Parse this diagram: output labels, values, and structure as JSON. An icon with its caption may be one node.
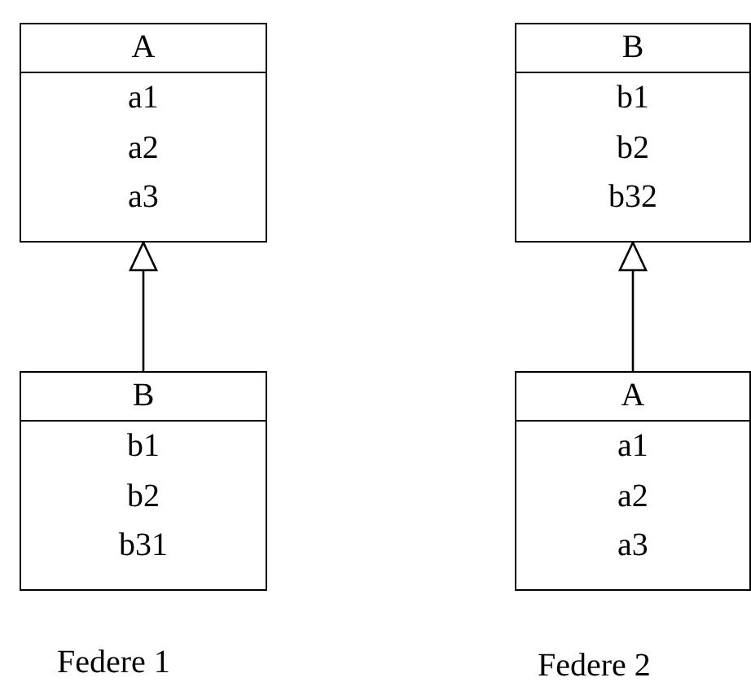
{
  "diagram": {
    "nodes": [
      {
        "text": [
          "A",
          "a1",
          "a2",
          "a3"
        ]
      },
      {
        "text": [
          "B",
          "b1",
          "b2",
          "b31"
        ]
      },
      {
        "text": [
          "B",
          "b1",
          "b2",
          "b32"
        ]
      },
      {
        "text": [
          "A",
          "a1",
          "a2",
          "a3"
        ]
      }
    ],
    "edges": [
      {
        "from": 1,
        "to": 0,
        "arrow": "to"
      },
      {
        "from": 3,
        "to": 2,
        "arrow": "to"
      }
    ],
    "labels": [
      "Federe 1",
      "Federe 2"
    ]
  }
}
